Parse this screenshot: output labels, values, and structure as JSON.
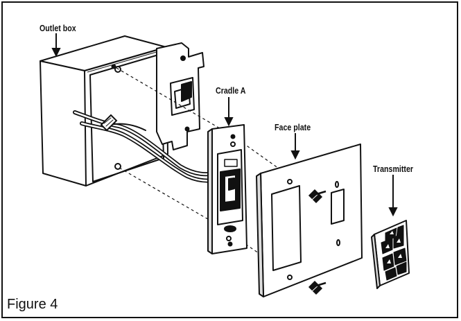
{
  "labels": {
    "outlet_box": "Outlet box",
    "cradle_a": "Cradle A",
    "face_plate": "Face plate",
    "transmitter": "Transmitter"
  },
  "caption": "Figure 4"
}
